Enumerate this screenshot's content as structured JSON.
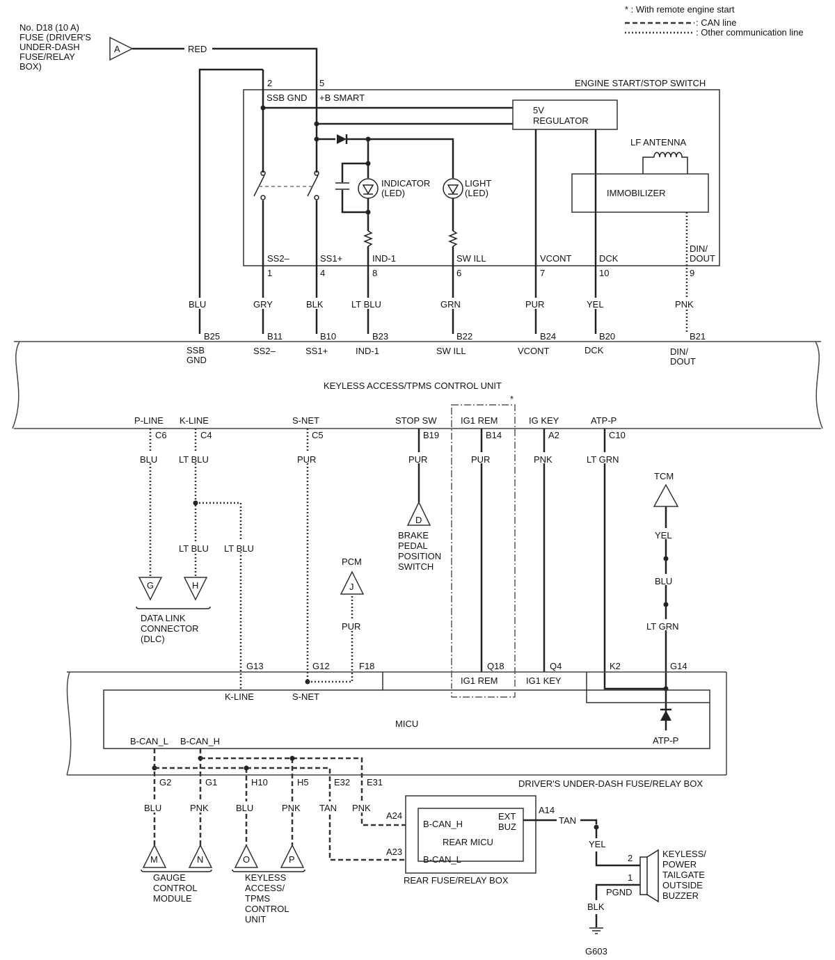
{
  "legend": {
    "remote_start": "* : With remote engine start",
    "can_line": ": CAN line",
    "other_line": ": Other communication line"
  },
  "fuse": {
    "line1": "No. D18 (10 A)",
    "line2": "FUSE (DRIVER'S",
    "line3": "UNDER-DASH",
    "line4": "FUSE/RELAY",
    "line5": "BOX)",
    "connector": "A",
    "wire": "RED"
  },
  "switch": {
    "title": "ENGINE START/STOP SWITCH",
    "top_pins": [
      {
        "num": "2",
        "name": "SSB GND"
      },
      {
        "num": "5",
        "name": "+B SMART"
      }
    ],
    "regulator_line1": "5V",
    "regulator_line2": "REGULATOR",
    "lf_antenna": "LF ANTENNA",
    "immobilizer": "IMMOBILIZER",
    "indicator_line1": "INDICATOR",
    "indicator_line2": "(LED)",
    "light_line1": "LIGHT",
    "light_line2": "(LED)",
    "bottom_pins": [
      {
        "name": "SS2–",
        "num": "1",
        "wire": "GRY",
        "unit_pin": "B11",
        "unit_name": "SS2–"
      },
      {
        "name": "SS1+",
        "num": "4",
        "wire": "BLK",
        "unit_pin": "B10",
        "unit_name": "SS1+"
      },
      {
        "name": "IND-1",
        "num": "8",
        "wire": "LT BLU",
        "unit_pin": "B23",
        "unit_name": "IND-1"
      },
      {
        "name": "SW ILL",
        "num": "6",
        "wire": "GRN",
        "unit_pin": "B22",
        "unit_name": "SW ILL"
      },
      {
        "name": "VCONT",
        "num": "7",
        "wire": "PUR",
        "unit_pin": "B24",
        "unit_name": "VCONT"
      },
      {
        "name": "DCK",
        "num": "10",
        "wire": "YEL",
        "unit_pin": "B20",
        "unit_name": "DCK"
      }
    ],
    "din_line1": "DIN/",
    "din_line2": "DOUT",
    "din_num": "9",
    "din_wire": "PNK",
    "din_unit_pin": "B21",
    "din_unit_line1": "DIN/",
    "din_unit_line2": "DOUT"
  },
  "ssb_gnd": {
    "wire": "BLU",
    "unit_pin": "B25",
    "unit_line1": "SSB",
    "unit_line2": "GND"
  },
  "keyless_unit": {
    "title": "KEYLESS ACCESS/TPMS CONTROL UNIT",
    "star": "*",
    "bottom_pins": [
      {
        "name": "P-LINE",
        "pin": "C6",
        "wire": "BLU"
      },
      {
        "name": "K-LINE",
        "pin": "C4",
        "wire": "LT BLU"
      },
      {
        "name": "S-NET",
        "pin": "C5",
        "wire": "PUR"
      },
      {
        "name": "STOP SW",
        "pin": "B19",
        "wire": "PUR"
      },
      {
        "name": "IG1 REM",
        "pin": "B14",
        "wire": "PUR"
      },
      {
        "name": "IG KEY",
        "pin": "A2",
        "wire": "PNK"
      },
      {
        "name": "ATP-P",
        "pin": "C10",
        "wire": "LT GRN"
      }
    ]
  },
  "dlc": {
    "wire_g": "LT BLU",
    "wire_k": "LT BLU",
    "conn_g": "G",
    "conn_h": "H",
    "line1": "DATA LINK",
    "line2": "CONNECTOR",
    "line3": "(DLC)"
  },
  "brake": {
    "conn": "D",
    "line1": "BRAKE",
    "line2": "PEDAL",
    "line3": "POSITION",
    "line4": "SWITCH"
  },
  "pcm": {
    "title": "PCM",
    "conn": "J",
    "wire": "PUR"
  },
  "tcm": {
    "title": "TCM",
    "wire1": "YEL",
    "wire2": "BLU",
    "wire3": "LT GRN"
  },
  "micu": {
    "title": "MICU",
    "box_title": "DRIVER'S UNDER-DASH FUSE/RELAY BOX",
    "top_pins": {
      "g13": "G13",
      "g12": "G12",
      "f18": "F18",
      "q18": "Q18",
      "q4": "Q4",
      "k2": "K2",
      "g14": "G14"
    },
    "k_line": "K-LINE",
    "s_net": "S-NET",
    "ig1_rem": "IG1 REM",
    "ig1_key": "IG1 KEY",
    "atp_p": "ATP-P",
    "bcan_l": "B-CAN_L",
    "bcan_h": "B-CAN_H",
    "bottom_pins": [
      {
        "pin": "G2",
        "wire": "BLU"
      },
      {
        "pin": "G1",
        "wire": "PNK"
      },
      {
        "pin": "H10",
        "wire": "BLU"
      },
      {
        "pin": "H5",
        "wire": "PNK"
      },
      {
        "pin": "E32",
        "wire": "TAN"
      },
      {
        "pin": "E31",
        "wire": "PNK"
      }
    ]
  },
  "gauge": {
    "conn_m": "M",
    "conn_n": "N",
    "line1": "GAUGE",
    "line2": "CONTROL",
    "line3": "MODULE"
  },
  "keyless2": {
    "conn_o": "O",
    "conn_p": "P",
    "line1": "KEYLESS",
    "line2": "ACCESS/",
    "line3": "TPMS",
    "line4": "CONTROL",
    "line5": "UNIT"
  },
  "rear": {
    "box_title": "REAR FUSE/RELAY BOX",
    "title": "REAR MICU",
    "a24": "A24",
    "a23": "A23",
    "bcan_h": "B-CAN_H",
    "bcan_l": "B-CAN_L",
    "ext1": "EXT",
    "ext2": "BUZ",
    "a14": "A14",
    "wire_tan": "TAN"
  },
  "buzzer": {
    "wire_yel": "YEL",
    "pin2": "2",
    "pin1": "1",
    "pgnd": "PGND",
    "wire_blk": "BLK",
    "ground": "G603",
    "line1": "KEYLESS/",
    "line2": "POWER",
    "line3": "TAILGATE",
    "line4": "OUTSIDE",
    "line5": "BUZZER"
  }
}
